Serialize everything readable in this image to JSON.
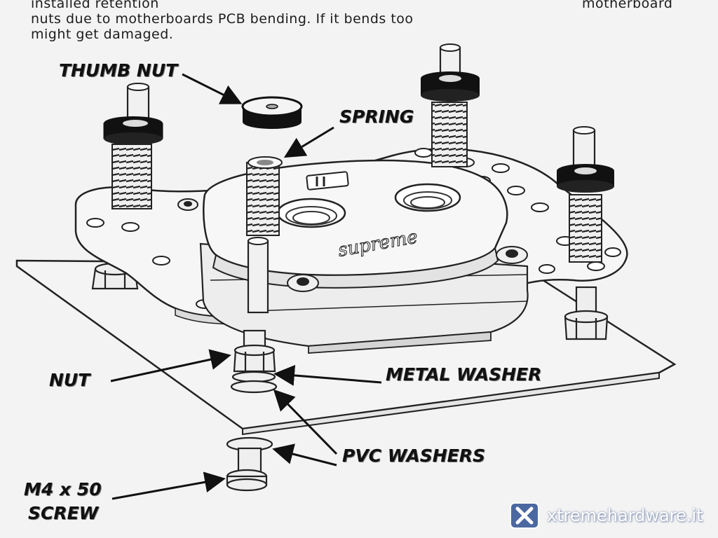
{
  "intro_text": {
    "line1": "installed retention",
    "line2": "nuts due to motherboards PCB bending. If it bends too",
    "line2_tail": "motherboard",
    "line3": "might get damaged."
  },
  "callouts": {
    "thumb_nut": "THUMB NUT",
    "spring": "SPRING",
    "nut": "NUT",
    "metal_washer": "METAL WASHER",
    "pvc_washers": "PVC WASHERS",
    "screw_line1": "M4 x 50",
    "screw_line2": "SCREW"
  },
  "block_engraving": "supreme",
  "watermark": {
    "text": "xtremehardware.it",
    "icon": "x-logo-icon"
  },
  "colors": {
    "paper": "#f4f3f3",
    "ink": "#111111",
    "watermark_badge": "#3a5a98"
  }
}
